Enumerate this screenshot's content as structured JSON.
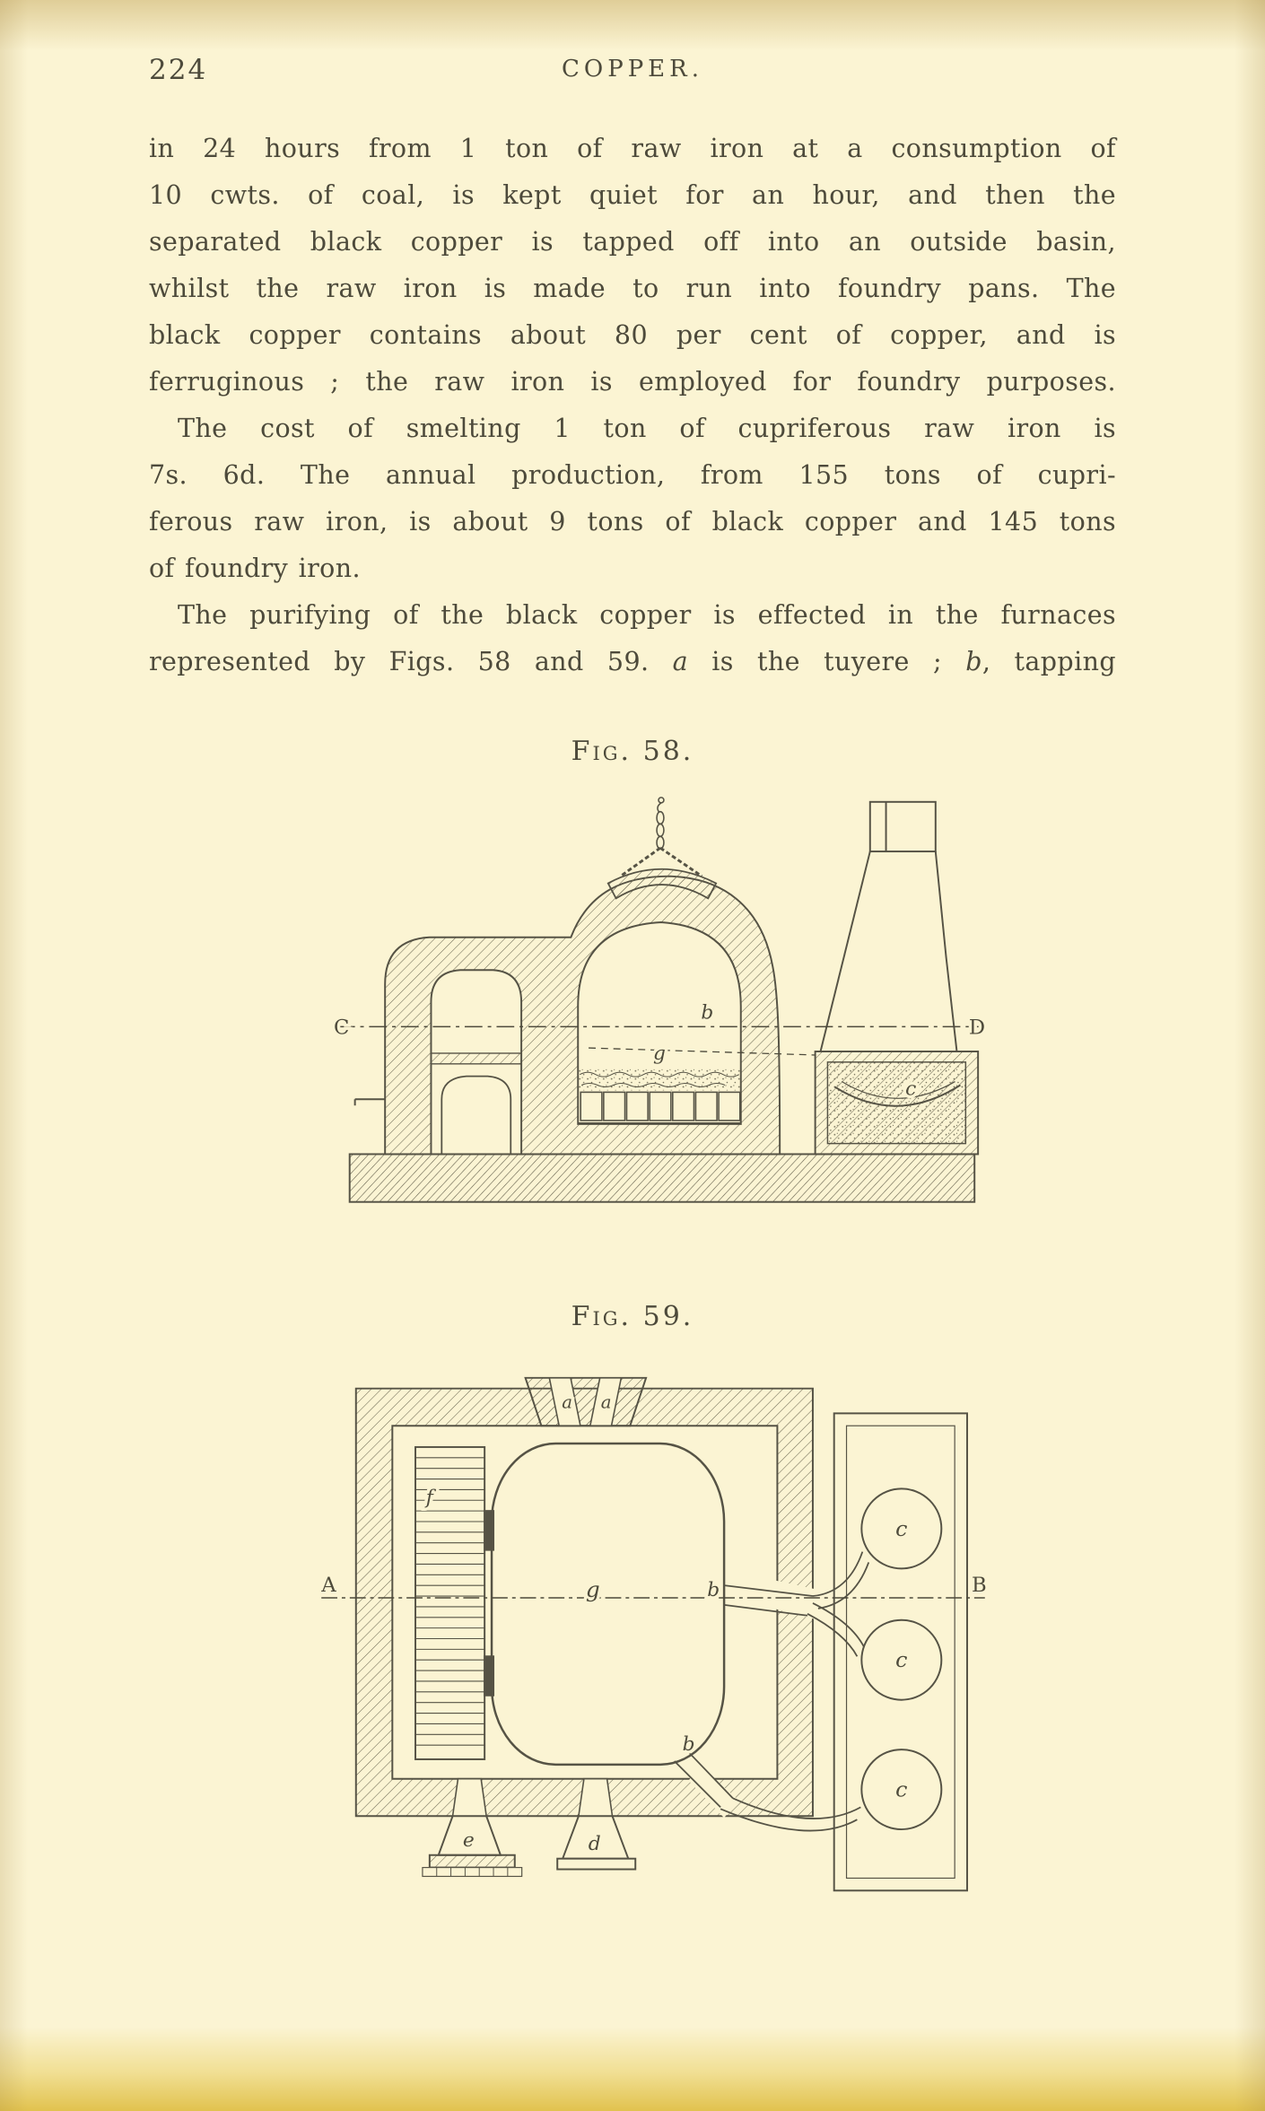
{
  "page": {
    "number": "224",
    "running_title": "COPPER."
  },
  "body": {
    "lines": [
      "in 24 hours from 1 ton of raw iron at a consumption of",
      "10 cwts. of coal, is kept quiet for an hour, and then the",
      "separated black copper is tapped off into an outside basin,",
      "whilst the raw iron is made to run into foundry pans. The",
      "black copper contains about 80 per cent of copper, and is",
      "ferruginous ; the raw iron is employed for foundry purposes.",
      "The cost of smelting 1 ton of cupriferous raw iron is",
      "7s. 6d. The annual production, from 155 tons of cupri-",
      "ferous raw iron, is about 9 tons of black copper and 145 tons",
      "of foundry iron.",
      "The purifying of the black copper is effected in the furnaces"
    ],
    "line12": {
      "pre": "represented by Figs. 58 and 59. ",
      "it1": "a",
      "mid": " is the tuyere ; ",
      "it2": "b",
      "post": ", tapping"
    }
  },
  "fig58": {
    "caption": "Fig. 58.",
    "labels": {
      "C": "C",
      "D": "D",
      "b": "b",
      "g": "g",
      "c": "c"
    }
  },
  "fig59": {
    "caption": "Fig. 59.",
    "labels": {
      "a1": "a",
      "a2": "a",
      "A": "A",
      "B": "B",
      "f": "f",
      "g": "g",
      "b1": "b",
      "b2": "b",
      "c1": "c",
      "c2": "c",
      "c3": "c",
      "d": "d",
      "e": "e"
    }
  }
}
